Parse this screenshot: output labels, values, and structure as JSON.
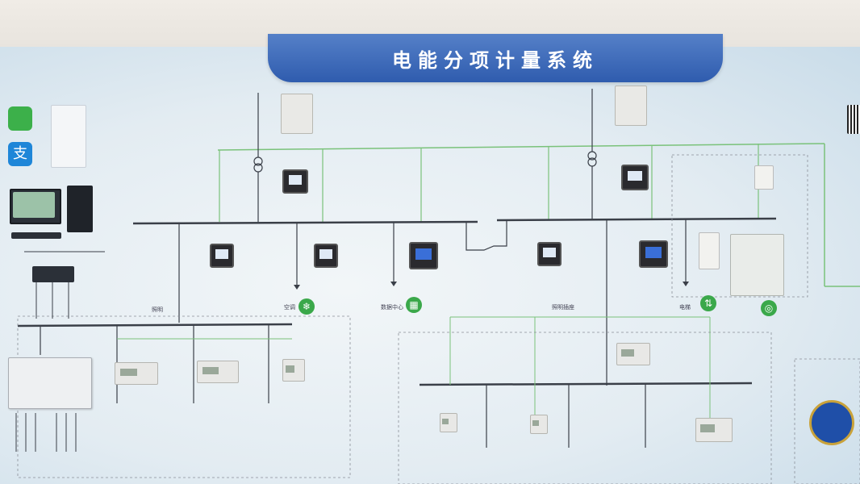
{
  "title": "电能分项计量系统",
  "colors": {
    "banner": "#2f5cae",
    "wire_green": "#7ac27a",
    "bus_dark": "#3a3f48",
    "icon_green": "#3aa84a"
  },
  "categories": {
    "lighting": "照明",
    "ac": "空调",
    "datacenter": "数据中心",
    "lighting_socket": "照明插座",
    "elevator": "电梯"
  }
}
